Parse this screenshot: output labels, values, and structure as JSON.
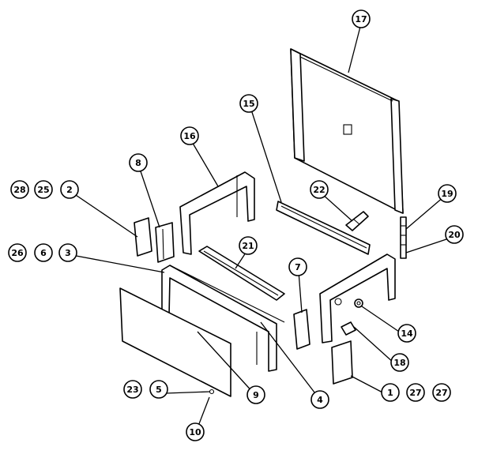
{
  "diagram": {
    "callouts": [
      {
        "id": "c17a",
        "label": "17"
      },
      {
        "id": "c15a",
        "label": "15"
      },
      {
        "id": "c16a",
        "label": "16"
      },
      {
        "id": "c8a",
        "label": "8"
      },
      {
        "id": "c28a",
        "label": "28"
      },
      {
        "id": "c25a",
        "label": "25"
      },
      {
        "id": "c2a",
        "label": "2"
      },
      {
        "id": "c22a",
        "label": "22"
      },
      {
        "id": "c19a",
        "label": "19"
      },
      {
        "id": "c20a",
        "label": "20"
      },
      {
        "id": "c26a",
        "label": "26"
      },
      {
        "id": "c6a",
        "label": "6"
      },
      {
        "id": "c3a",
        "label": "3"
      },
      {
        "id": "c21a",
        "label": "21"
      },
      {
        "id": "c7a",
        "label": "7"
      },
      {
        "id": "c14a",
        "label": "14"
      },
      {
        "id": "c18a",
        "label": "18"
      },
      {
        "id": "c9a",
        "label": "9"
      },
      {
        "id": "c4a",
        "label": "4"
      },
      {
        "id": "c23a",
        "label": "23"
      },
      {
        "id": "c5a",
        "label": "5"
      },
      {
        "id": "c1a",
        "label": "1"
      },
      {
        "id": "c27a",
        "label": "27"
      },
      {
        "id": "c27b",
        "label": "27"
      },
      {
        "id": "c10a",
        "label": "10"
      }
    ]
  }
}
